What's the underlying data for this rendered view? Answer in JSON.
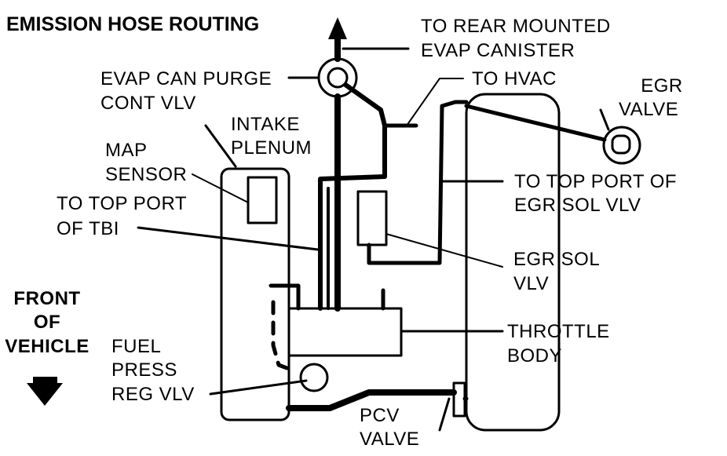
{
  "title": "EMISSION HOSE ROUTING",
  "labels": {
    "rear_canister": [
      "TO REAR MOUNTED",
      "EVAP CANISTER"
    ],
    "purge_valve": [
      "EVAP CAN PURGE",
      "CONT VLV"
    ],
    "to_hvac": "TO HVAC",
    "egr_valve": [
      "EGR",
      "VALVE"
    ],
    "intake_plenum": [
      "INTAKE",
      "PLENUM"
    ],
    "map_sensor": [
      "MAP",
      "SENSOR"
    ],
    "top_port_tbi": [
      "TO TOP PORT",
      "OF TBI"
    ],
    "top_port_egr_sol": [
      "TO TOP PORT OF",
      "EGR SOL VLV"
    ],
    "egr_sol_vlv": [
      "EGR SOL",
      "VLV"
    ],
    "front_of_vehicle": [
      "FRONT",
      "OF",
      "VEHICLE"
    ],
    "throttle_body": [
      "THROTTLE",
      "BODY"
    ],
    "fuel_press_reg": [
      "FUEL",
      "PRESS",
      "REG VLV"
    ],
    "pcv_valve": [
      "PCV",
      "VALVE"
    ]
  },
  "colors": {
    "ink": "#000000",
    "paper": "#ffffff"
  }
}
